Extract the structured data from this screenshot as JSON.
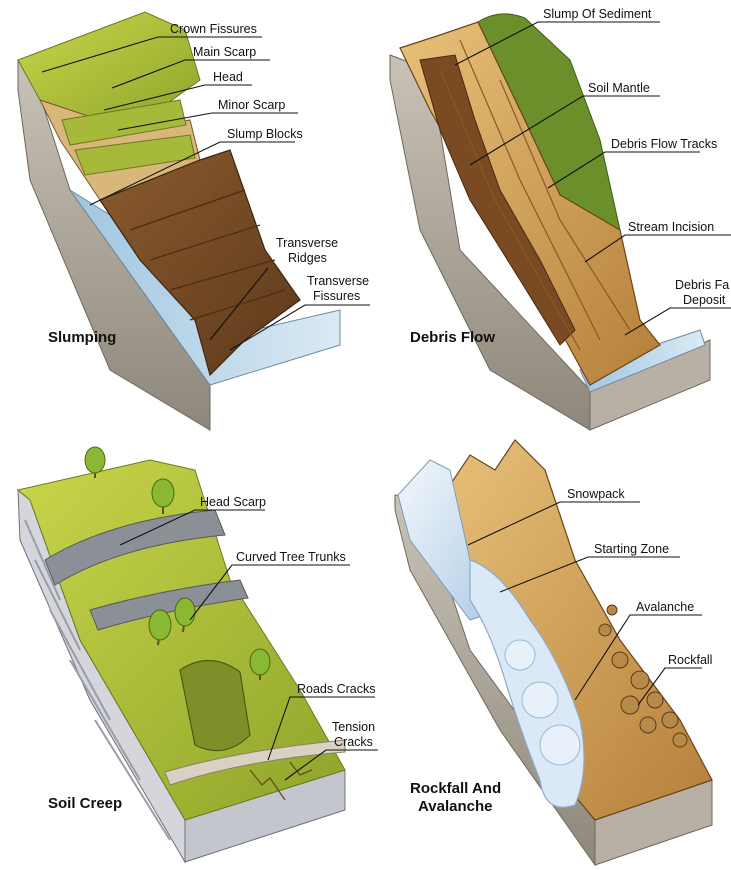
{
  "panels": {
    "slumping": {
      "title": "Slumping",
      "labels": {
        "crown_fissures": "Crown Fissures",
        "main_scarp": "Main Scarp",
        "head": "Head",
        "minor_scarp": "Minor Scarp",
        "slump_blocks": "Slump Blocks",
        "transverse_ridges_1": "Transverse",
        "transverse_ridges_2": "Ridges",
        "transverse_fissures_1": "Transverse",
        "transverse_fissures_2": "Fissures"
      }
    },
    "debris_flow": {
      "title": "Debris Flow",
      "labels": {
        "slump_of_sediment": "Slump Of Sediment",
        "soil_mantle": "Soil Mantle",
        "debris_flow_tracks": "Debris Flow Tracks",
        "stream_incision": "Stream Incision",
        "debris_fan_deposit_1": "Debris Fa",
        "debris_fan_deposit_2": "Deposit"
      }
    },
    "soil_creep": {
      "title": "Soil Creep",
      "labels": {
        "head_scarp": "Head Scarp",
        "curved_tree_trunks": "Curved Tree Trunks",
        "roads_cracks": "Roads Cracks",
        "tension_cracks_1": "Tension",
        "tension_cracks_2": "Cracks"
      }
    },
    "rockfall": {
      "title_1": "Rockfall And",
      "title_2": "Avalanche",
      "labels": {
        "snowpack": "Snowpack",
        "starting_zone": "Starting Zone",
        "avalanche": "Avalanche",
        "rockfall": "Rockfall"
      }
    }
  }
}
